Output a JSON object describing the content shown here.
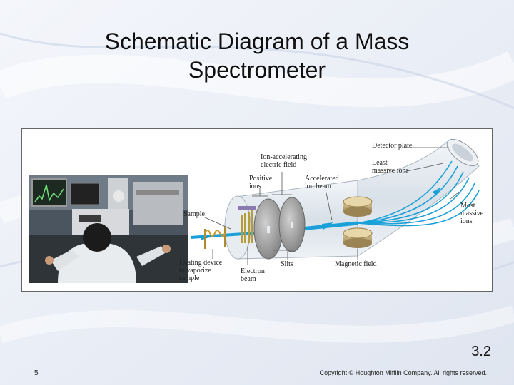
{
  "slide": {
    "title_line1": "Schematic Diagram of a Mass",
    "title_line2": "Spectrometer",
    "slide_number": "3.2",
    "page_number": "5",
    "copyright": "Copyright © Houghton Mifflin Company. All rights reserved."
  },
  "diagram": {
    "labels": {
      "detector_plate": "Detector plate",
      "ion_accelerating_field": "Ion-accelerating\nelectric field",
      "least_massive_ions": "Least\nmassive ions",
      "positive_ions": "Positive\nions",
      "accelerated_ion_beam": "Accelerated\nion beam",
      "sample": "Sample",
      "most_massive_ions": "Most\nmassive\nions",
      "heating_device": "Heating device\nto vaporize\nsample",
      "electron_beam": "Electron\nbeam",
      "slits": "Slits",
      "magnetic_field": "Magnetic field"
    },
    "colors": {
      "ion_beam": "#1aa0d8",
      "tube_glass": "#dfe6ee",
      "magnet": "#c9b27a",
      "slit_disc": "#9a9a9a"
    }
  }
}
